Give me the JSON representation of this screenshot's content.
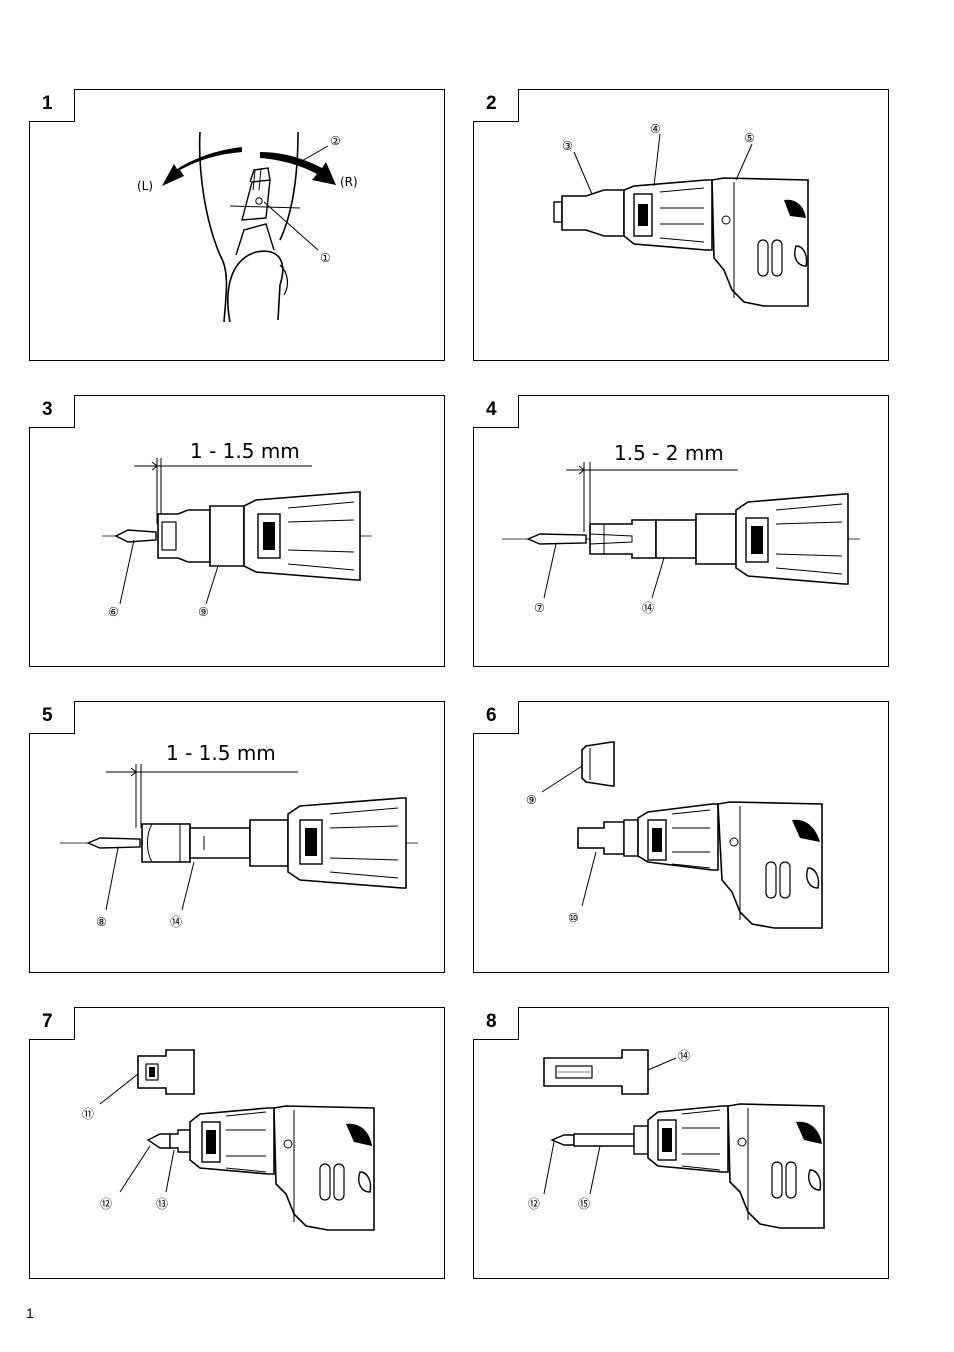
{
  "page_number": "1",
  "figures": [
    {
      "number": "1",
      "callouts": [
        "①",
        "②"
      ],
      "labels": [
        "(L)",
        "(R)"
      ]
    },
    {
      "number": "2",
      "callouts": [
        "③",
        "④",
        "⑤"
      ]
    },
    {
      "number": "3",
      "dimension": "1 - 1.5 mm",
      "callouts": [
        "⑥",
        "⑨"
      ]
    },
    {
      "number": "4",
      "dimension": "1.5 - 2 mm",
      "callouts": [
        "⑦",
        "⑭"
      ]
    },
    {
      "number": "5",
      "dimension": "1 - 1.5 mm",
      "callouts": [
        "⑧",
        "⑭"
      ]
    },
    {
      "number": "6",
      "callouts": [
        "⑨",
        "⑩"
      ]
    },
    {
      "number": "7",
      "callouts": [
        "⑪",
        "⑫",
        "⑬"
      ]
    },
    {
      "number": "8",
      "callouts": [
        "⑭",
        "⑫",
        "⑮"
      ]
    }
  ]
}
